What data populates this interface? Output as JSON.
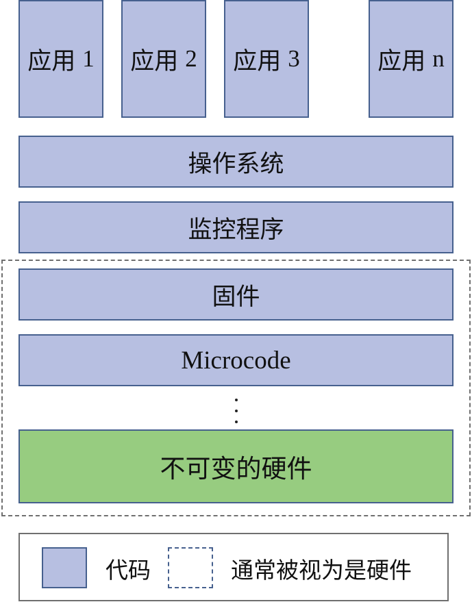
{
  "apps": [
    {
      "label": "应用",
      "num": "1"
    },
    {
      "label": "应用",
      "num": "2"
    },
    {
      "label": "应用",
      "num": "3"
    },
    {
      "label": "应用",
      "num": "n"
    }
  ],
  "layers": {
    "os": "操作系统",
    "monitor": "监控程序",
    "firmware": "固件",
    "microcode": "Microcode",
    "hardware": "不可变的硬件"
  },
  "legend": {
    "code_label": "代码",
    "hardware_label": "通常被视为是硬件"
  },
  "colors": {
    "code_fill": "#b7bfe1",
    "code_border": "#46608e",
    "hardware_fill": "#97cc80",
    "group_border": "#6f6f6f"
  }
}
